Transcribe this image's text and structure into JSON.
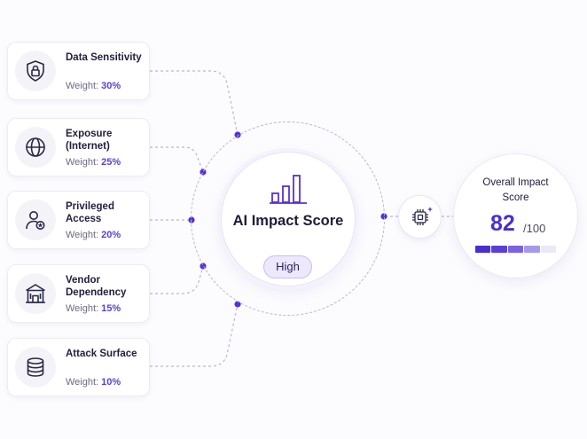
{
  "factors": [
    {
      "name": "Data Sensitivity",
      "weight_label": "Weight:",
      "weight": "30%",
      "icon": "shield-lock-icon"
    },
    {
      "name": "Exposure (Internet)",
      "weight_label": "Weight:",
      "weight": "25%",
      "icon": "globe-icon"
    },
    {
      "name": "Privileged Access",
      "weight_label": "Weight:",
      "weight": "20%",
      "icon": "user-badge-icon"
    },
    {
      "name": "Vendor Dependency",
      "weight_label": "Weight:",
      "weight": "15%",
      "icon": "building-icon"
    },
    {
      "name": "Attack Surface",
      "weight_label": "Weight:",
      "weight": "10%",
      "icon": "database-icon"
    }
  ],
  "hub": {
    "title": "AI Impact Score",
    "level": "High",
    "icon": "bar-chart-icon"
  },
  "processor": {
    "icon": "ai-chip-icon"
  },
  "result": {
    "label": "Overall Impact Score",
    "value": "82",
    "max": "/100",
    "value_fraction": 0.82
  },
  "colors": {
    "accent": "#4a2fcf",
    "accent_light": "#ede8fc",
    "connector": "#b8b2e3",
    "node": "#5533d6"
  }
}
